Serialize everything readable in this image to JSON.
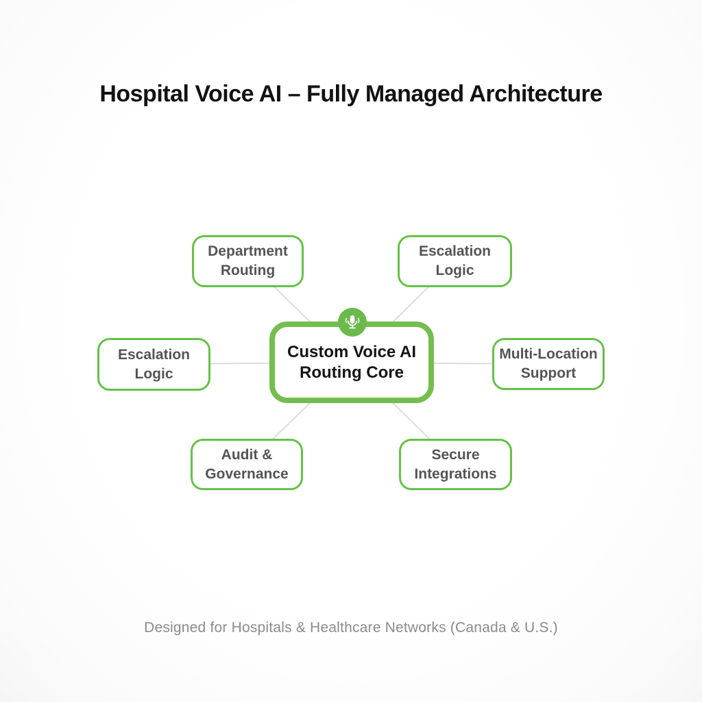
{
  "title": "Hospital Voice AI – Fully Managed Architecture",
  "footer": "Designed for Hospitals & Healthcare Networks (Canada & U.S.)",
  "colors": {
    "title_text": "#121212",
    "central_border": "#76bd4f",
    "node_border": "#63c246",
    "badge_bg": "#6cba4b",
    "connector": "#dcdcdc",
    "node_text": "#545454",
    "central_text": "#141414",
    "footer_text": "#8a8a8a",
    "page_bg": "#ffffff"
  },
  "center_node": {
    "line1": "Custom Voice AI",
    "line2": "Routing Core",
    "icon": "microphone-icon"
  },
  "nodes": [
    {
      "id": "department-routing",
      "line1": "Department",
      "line2": "Routing"
    },
    {
      "id": "escalation-logic-top",
      "line1": "Escalation",
      "line2": "Logic"
    },
    {
      "id": "escalation-logic-left",
      "line1": "Escalation",
      "line2": "Logic"
    },
    {
      "id": "multi-location-support",
      "line1": "Multi-Location",
      "line2": "Support"
    },
    {
      "id": "audit-governance",
      "line1": "Audit &",
      "line2": "Governance"
    },
    {
      "id": "secure-integrations",
      "line1": "Secure",
      "line2": "Integrations"
    }
  ]
}
